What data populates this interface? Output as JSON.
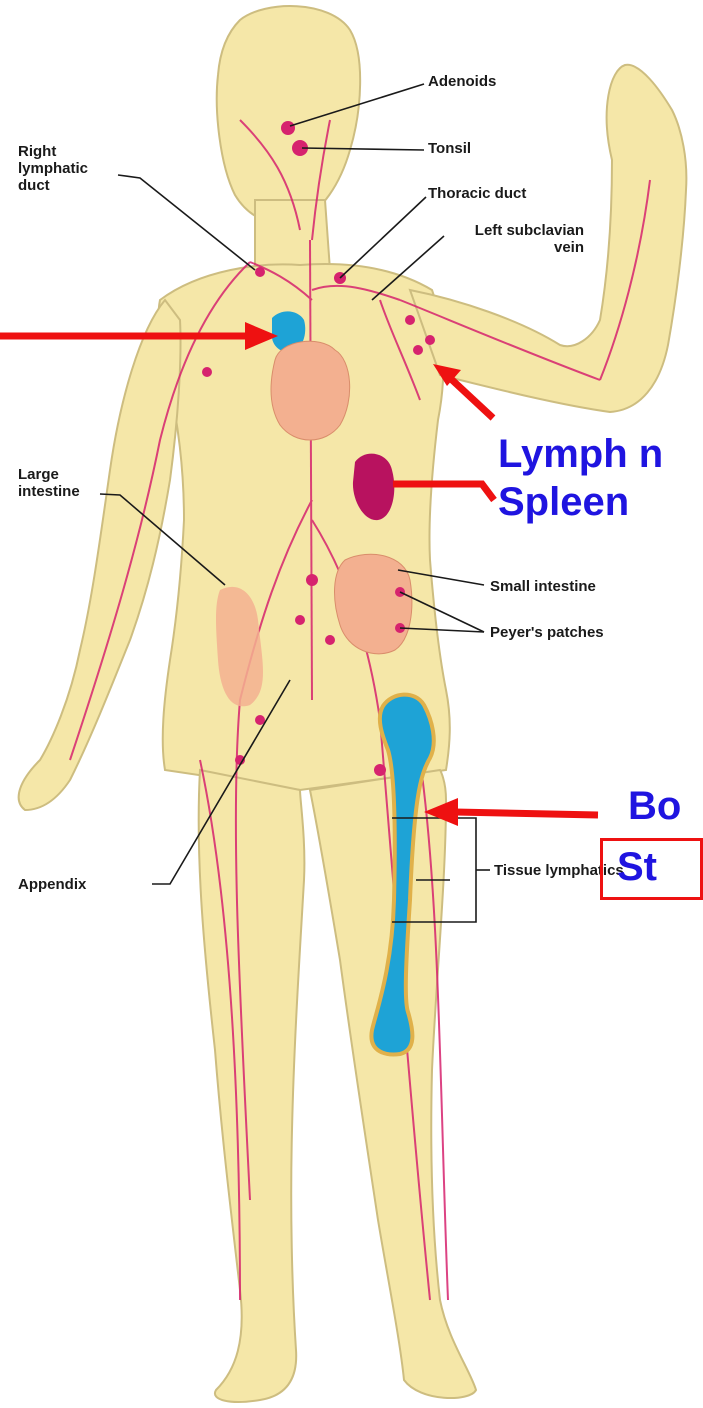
{
  "labels": {
    "adenoids": "Adenoids",
    "tonsil": "Tonsil",
    "right_lymphatic_duct": [
      "Right",
      "lymphatic",
      "duct"
    ],
    "thoracic_duct": "Thoracic duct",
    "left_subclavian_vein": [
      "Left subclavian",
      "vein"
    ],
    "large_intestine": [
      "Large",
      "intestine"
    ],
    "small_intestine": "Small intestine",
    "peyers_patches": "Peyer's patches",
    "appendix": "Appendix",
    "tissue_lymphatics": "Tissue lymphatics"
  },
  "callouts": {
    "lymph_nodes": "Lymph n",
    "spleen": "Spleen",
    "bone_marrow": "Bo",
    "stem_cells": "St"
  },
  "colors": {
    "skin": "#f5e7a8",
    "skin_outline": "#cdbd80",
    "lymph": "#d6236e",
    "organ_pink": "#f3b090",
    "spleen": "#b8125f",
    "thymus_bone": "#1ea3d6",
    "arrow": "#ee1111",
    "callout_text": "#1f14e0"
  }
}
